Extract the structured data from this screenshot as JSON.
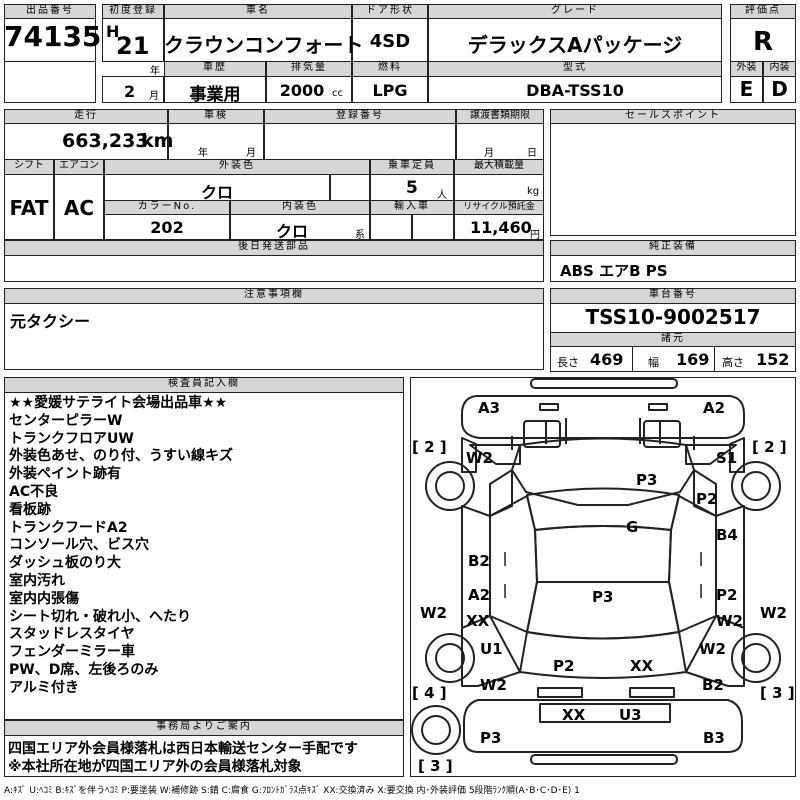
{
  "labels": {
    "lot_number": "出品番号",
    "first_reg": "初度登録",
    "car_name": "車名",
    "door": "ドア形状",
    "grade": "グレード",
    "score": "評価点",
    "history": "車歴",
    "displacement": "排気量",
    "fuel": "燃料",
    "model": "型式",
    "exterior": "外装",
    "interior": "内装",
    "mileage": "走行",
    "inspection": "車検",
    "reg_number": "登録番号",
    "transfer_doc": "譲渡書類期限",
    "sales_point": "セールスポイント",
    "shift": "シフト",
    "aircon": "エアコン",
    "ext_color": "外装色",
    "capacity": "乗車定員",
    "max_load": "最大積載量",
    "color_no": "カラーNo.",
    "int_color": "内装色",
    "import": "輸入車",
    "recycle": "リサイクル預託金",
    "later_parts": "後日発送部品",
    "equipment": "純正装備",
    "caution": "注意事項欄",
    "chassis": "車台番号",
    "specs": "諸元",
    "inspector": "検査員記入欄",
    "office": "事務局よりご案内",
    "unit_year": "年",
    "unit_month": "月",
    "unit_cc": "cc",
    "unit_km": "km",
    "unit_day": "日",
    "unit_person": "人",
    "unit_kg": "kg",
    "unit_yen": "円",
    "unit_kei": "系",
    "era": "H",
    "len": "長さ",
    "wid": "幅",
    "hei": "高さ"
  },
  "values": {
    "lot_number": "74135",
    "reg_year": "21",
    "reg_month": "2",
    "car_name": "クラウンコンフォート",
    "door": "4SD",
    "grade": "デラックスAパッケージ",
    "score": "R",
    "history": "事業用",
    "displacement": "2000",
    "fuel": "LPG",
    "model": "DBA-TSS10",
    "exterior": "E",
    "interior": "D",
    "mileage": "663,233",
    "shift": "FAT",
    "aircon": "AC",
    "ext_color": "クロ",
    "capacity": "5",
    "color_no": "202",
    "int_color": "クロ",
    "recycle": "11,460",
    "equipment": "ABS エアB PS",
    "caution": "元タクシー",
    "chassis": "TSS10-9002517",
    "length": "469",
    "width": "169",
    "height": "152"
  },
  "inspector_notes": [
    "★★愛媛サテライト会場出品車★★",
    "センターピラーW",
    "トランクフロアUW",
    "外装色あせ、のり付、うすい線キズ",
    "外装ペイント跡有",
    "AC不良",
    "看板跡",
    "トランクフードA2",
    "コンソール穴、ビス穴",
    "ダッシュ板のり大",
    "室内汚れ",
    "室内内張傷",
    "シート切れ・破れ小、へたり",
    "スタッドレスタイヤ",
    "フェンダーミラー車",
    "PW、D席、左後ろのみ",
    "アルミ付き"
  ],
  "office_notes": [
    "四国エリア外会員様落札は西日本輸送センター手配です",
    "※本社所在地が四国エリア外の会員様落札対象"
  ],
  "damage_marks": {
    "a3": "A3",
    "a2_front": "A2",
    "w2_fl": "W2",
    "s1": "S1",
    "p3_hood": "P3",
    "p2_fr": "P2",
    "g": "G",
    "b2_l": "B2",
    "b4": "B4",
    "a2_l": "A2",
    "xx_l": "XX",
    "p3_roof": "P3",
    "p2_r": "P2",
    "w2_r": "W2",
    "w2_lw": "W2",
    "w2_rw": "W2",
    "u1": "U1",
    "w2_rr": "W2",
    "p2_trunk": "P2",
    "xx_trunk": "XX",
    "w2_rl": "W2",
    "b2_rr": "B2",
    "xx_rear": "XX",
    "u3": "U3",
    "p3_rl": "P3",
    "b3": "B3"
  },
  "tire_marks": {
    "fl": "[ 2 ]",
    "fr": "[ 2 ]",
    "rl": "[ 4 ]",
    "rr": "[ 3 ]",
    "spare": "[ 3 ]"
  },
  "legend": "A:ｷｽﾞ U:ﾍｺﾐ B:ｷｽﾞを伴うﾍｺﾐ P:要塗装 W:補修跡 S:錆 C:腐食 G:ﾌﾛﾝﾄｶﾞﾗｽ点ｷｽﾞ XX:交換済み X:要交換 内･外装評価 5段階ﾗﾝｸ順(A･B･C･D･E) 1"
}
